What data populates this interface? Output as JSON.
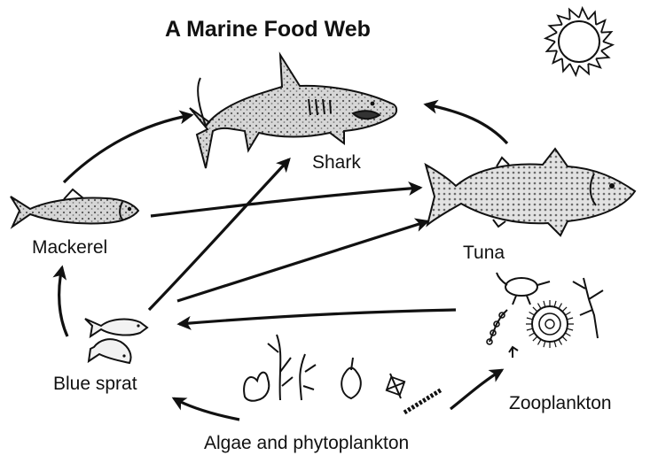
{
  "title": "A Marine Food Web",
  "organisms": {
    "shark": "Shark",
    "tuna": "Tuna",
    "mackerel": "Mackerel",
    "blue_sprat": "Blue sprat",
    "zooplankton": "Zooplankton",
    "algae": "Algae and phytoplankton"
  },
  "icons": [
    "sun-icon",
    "shark-icon",
    "tuna-icon",
    "mackerel-icon",
    "blue-sprat-icon",
    "zooplankton-icon",
    "algae-icon"
  ],
  "feeding_links": [
    {
      "from": "Algae and phytoplankton",
      "to": "Blue sprat"
    },
    {
      "from": "Algae and phytoplankton",
      "to": "Zooplankton"
    },
    {
      "from": "Zooplankton",
      "to": "Blue sprat"
    },
    {
      "from": "Blue sprat",
      "to": "Mackerel"
    },
    {
      "from": "Blue sprat",
      "to": "Shark"
    },
    {
      "from": "Blue sprat",
      "to": "Tuna"
    },
    {
      "from": "Mackerel",
      "to": "Shark"
    },
    {
      "from": "Mackerel",
      "to": "Tuna"
    },
    {
      "from": "Tuna",
      "to": "Shark"
    }
  ]
}
